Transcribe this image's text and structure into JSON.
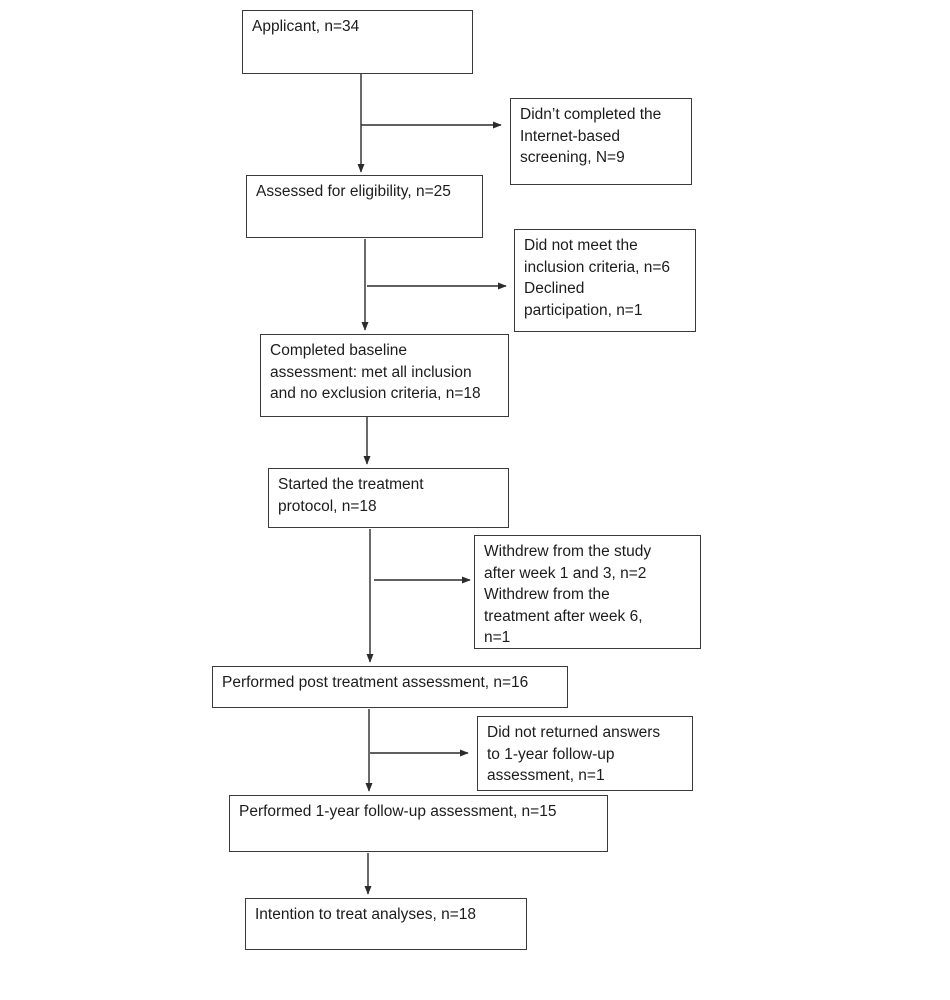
{
  "diagram": {
    "type": "participant-flowchart",
    "colors": {
      "background": "#ffffff",
      "box_border": "#3a3a3a",
      "text": "#1c1c1c",
      "arrow": "#2b2b2b"
    },
    "main": [
      {
        "label": "Applicant, n=34"
      },
      {
        "label": "Assessed for eligibility, n=25"
      },
      {
        "label": "Completed baseline\nassessment: met all inclusion\nand no exclusion criteria, n=18"
      },
      {
        "label": "Started the treatment\nprotocol, n=18"
      },
      {
        "label": "Performed post treatment assessment, n=16"
      },
      {
        "label": "Performed 1-year follow-up assessment, n=15"
      },
      {
        "label": "Intention to treat analyses, n=18"
      }
    ],
    "side": [
      {
        "label": "Didn’t completed the\nInternet-based\nscreening, N=9"
      },
      {
        "label": "Did not meet the\ninclusion criteria, n=6\nDeclined\nparticipation, n=1"
      },
      {
        "label": "Withdrew from the study\nafter week 1 and 3, n=2\nWithdrew from the\ntreatment after week 6,\nn=1"
      },
      {
        "label": "Did not returned answers\nto 1-year follow-up\nassessment, n=1"
      }
    ]
  }
}
